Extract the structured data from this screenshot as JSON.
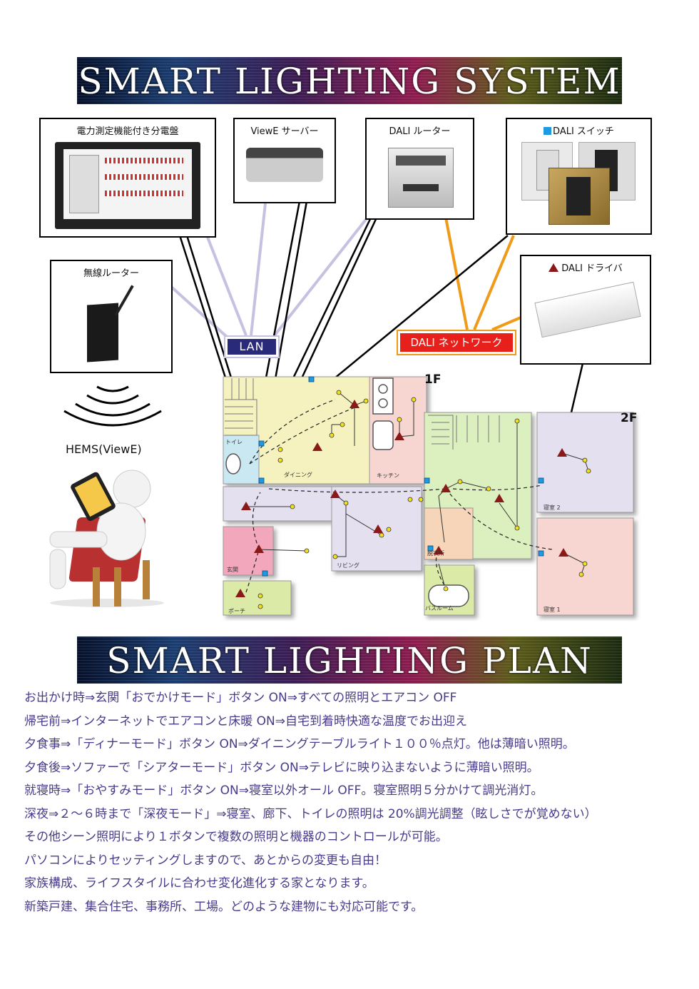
{
  "title_banner": "SMART LIGHTING SYSTEM",
  "plan_banner": "SMART LIGHTING PLAN",
  "devices": {
    "panel": "電力測定機能付き分電盤",
    "server": "ViewE サーバー",
    "router": "DALI ルーター",
    "switch": "DALI スイッチ",
    "wireless": "無線ルーター",
    "driver": "DALI ドライバ"
  },
  "network": {
    "lan": "LAN",
    "dali": "DALI ネットワーク"
  },
  "hems": "HEMS(ViewE)",
  "floors": {
    "first": "1F",
    "second": "2F"
  },
  "rooms": {
    "toilet": "トイレ",
    "dining": "ダイニング",
    "kitchen": "キッチン",
    "entrance": "玄関",
    "living": "リビング",
    "porch": "ポーチ",
    "dressing": "脱衣所",
    "bath": "バスルーム",
    "bedroom2": "寝室 2",
    "bedroom1": "寝室 1"
  },
  "colors": {
    "lan_line": "#c8c0e0",
    "dali_line": "#f09a1a",
    "dali_badge": "#e8201c",
    "lan_badge": "#2a2a7a",
    "text_purple": "#4a3a8a"
  },
  "plan_lines": [
    "お出かけ時⇒玄関「おでかけモード」ボタン ON⇒すべての照明とエアコン OFF",
    "帰宅前⇒インターネットでエアコンと床暖 ON⇒自宅到着時快適な温度でお出迎え",
    "夕食事⇒「ディナーモード」ボタン ON⇒ダイニングテーブルライト１００％点灯。他は薄暗い照明。",
    "夕食後⇒ソファーで「シアターモード」ボタン ON⇒テレビに映り込まないように薄暗い照明。",
    "就寝時⇒「おやすみモード」ボタン ON⇒寝室以外オール OFF。寝室照明５分かけて調光消灯。",
    "深夜⇒２〜６時まで「深夜モード」⇒寝室、廊下、トイレの照明は 20%調光調整（眩しさでが覚めない）",
    "その他シーン照明により１ボタンで複数の照明と機器のコントロールが可能。",
    "パソコンによりセッティングしますので、あとからの変更も自由！",
    "家族構成、ライフスタイルに合わせ変化進化する家となります。",
    "新築戸建、集合住宅、事務所、工場。どのような建物にも対応可能です。"
  ]
}
